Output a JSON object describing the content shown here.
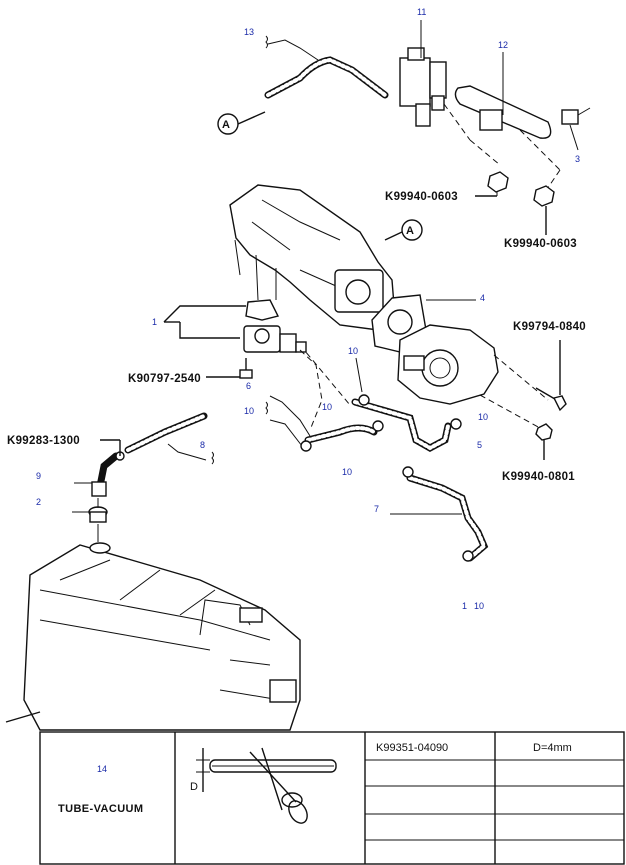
{
  "callouts": {
    "c1": "1",
    "c2": "2",
    "c3": "3",
    "c4": "4",
    "c5": "5",
    "c6": "6",
    "c7": "7",
    "c8": "8",
    "c9": "9",
    "c10": "10",
    "c11": "11",
    "c12": "12",
    "c13": "13",
    "c14": "14"
  },
  "ref_marker": "A",
  "part_numbers": {
    "p0603a": "K99940-0603",
    "p0603b": "K99940-0603",
    "p0840": "K99794-0840",
    "p2540": "K90797-2540",
    "p1300": "K99283-1300",
    "p0801": "K99940-0801"
  },
  "table": {
    "item_name": "TUBE-VACUUM",
    "part_no": "K99351-04090",
    "spec": "D=4mm",
    "dim_label": "D"
  }
}
